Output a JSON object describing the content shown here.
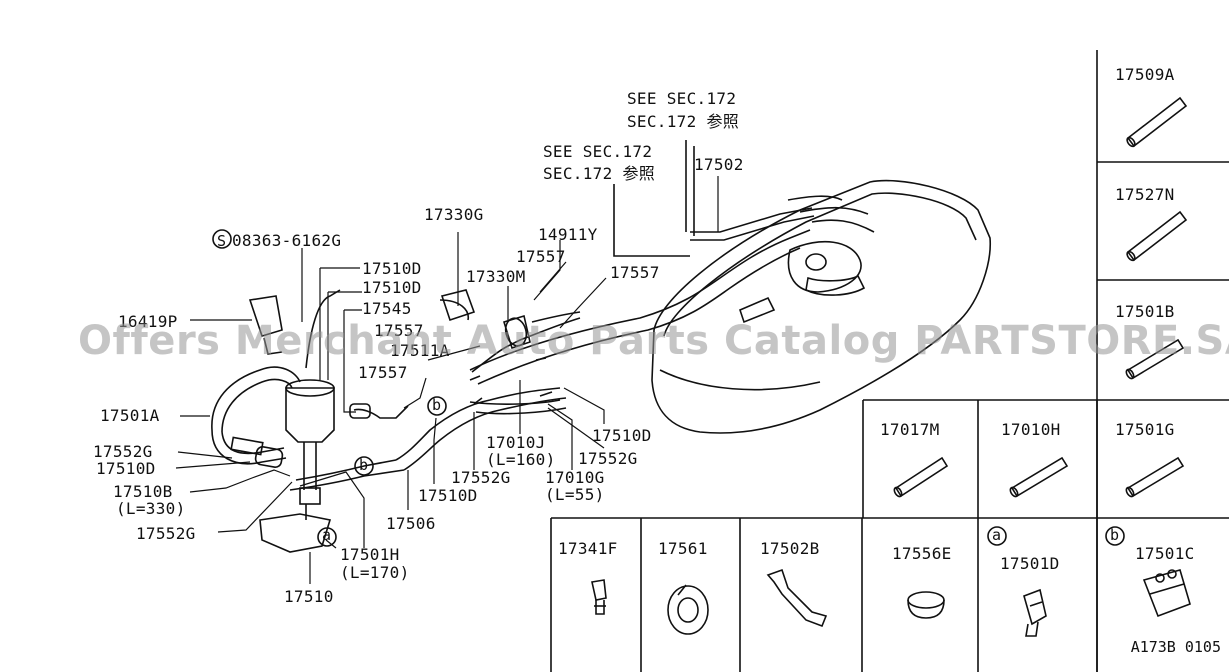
{
  "sections": {
    "see1": [
      "SEE SEC.172",
      "SEC.172 参照"
    ],
    "see2": [
      "SEE SEC.172",
      "SEC.172 参照"
    ]
  },
  "callouts": {
    "screw": "08363-6162G",
    "screw_mark": "S",
    "p16419P": "16419P",
    "p17330G": "17330G",
    "p17330M": "17330M",
    "p14911Y": "14911Y",
    "p17557a": "17557",
    "p17557b": "17557",
    "p17557c": "17557",
    "p17557d": "17557",
    "p17502": "17502",
    "p17510Da": "17510D",
    "p17510Db": "17510D",
    "p17545": "17545",
    "p17511A": "17511A",
    "p17501A": "17501A",
    "p17552Ga": "17552G",
    "p17510Dc": "17510D",
    "p17510B": "17510B",
    "p17510B_len": "(L=330)",
    "p17552Gb": "17552G",
    "p17510": "17510",
    "p17501H": "17501H",
    "p17501H_len": "(L=170)",
    "p17506": "17506",
    "p17510Dd": "17510D",
    "p17552Gc": "17552G",
    "p17010J": "17010J",
    "p17010J_len": "(L=160)",
    "p17010G": "17010G",
    "p17010G_len": "(L=55)",
    "p17510De": "17510D",
    "p17552Gd": "17552G",
    "mark_a": "a",
    "mark_b": "b"
  },
  "boxes": {
    "b1": "17509A",
    "b2": "17527N",
    "b3": "17501B",
    "b4": "17501G",
    "b5": "17010H",
    "b6": "17017M",
    "b7": "17501C",
    "b8": "17501D",
    "b9": "17556E",
    "b10": "17502B",
    "b11": "17561",
    "b12": "17341F"
  },
  "watermark": "Offers Merchant Auto Parts Catalog PARTSTORE.SA",
  "diagram_code": "A173B 0105"
}
